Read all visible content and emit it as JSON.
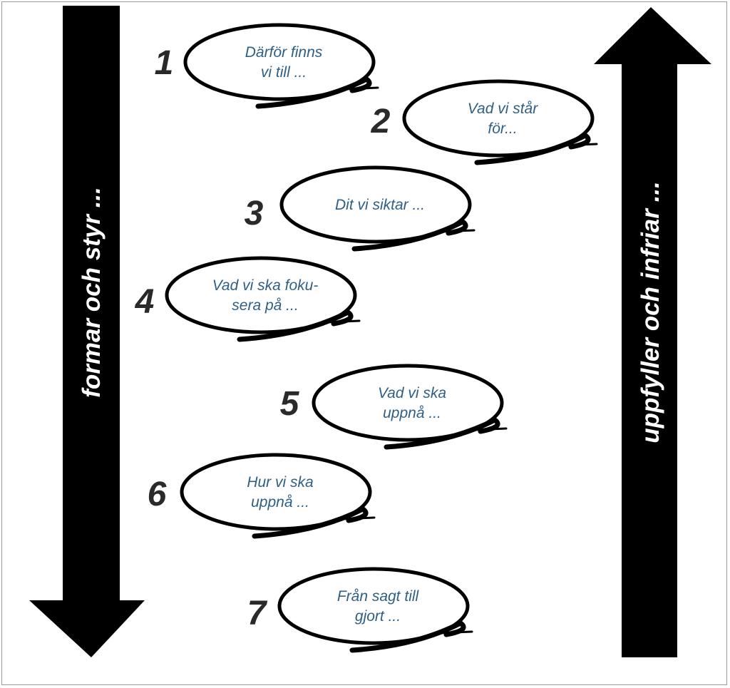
{
  "diagram": {
    "left_arrow": {
      "label": "formar och styr ...",
      "direction": "down"
    },
    "right_arrow": {
      "label": "uppfyller och infriar ...",
      "direction": "up"
    },
    "steps": [
      {
        "number": "1",
        "lines": [
          "Därför finns",
          "vi till ..."
        ]
      },
      {
        "number": "2",
        "lines": [
          "Vad vi står",
          "för..."
        ]
      },
      {
        "number": "3",
        "lines": [
          "Dit vi siktar ..."
        ]
      },
      {
        "number": "4",
        "lines": [
          "Vad vi ska foku-",
          "sera på ..."
        ]
      },
      {
        "number": "5",
        "lines": [
          "Vad vi ska",
          "uppnå ..."
        ]
      },
      {
        "number": "6",
        "lines": [
          "Hur vi ska",
          "uppnå ..."
        ]
      },
      {
        "number": "7",
        "lines": [
          "Från sagt till",
          "gjort ..."
        ]
      }
    ],
    "colors": {
      "arrow": "#000000",
      "text": "#2f5f86",
      "number": "#2a2a2a"
    }
  }
}
